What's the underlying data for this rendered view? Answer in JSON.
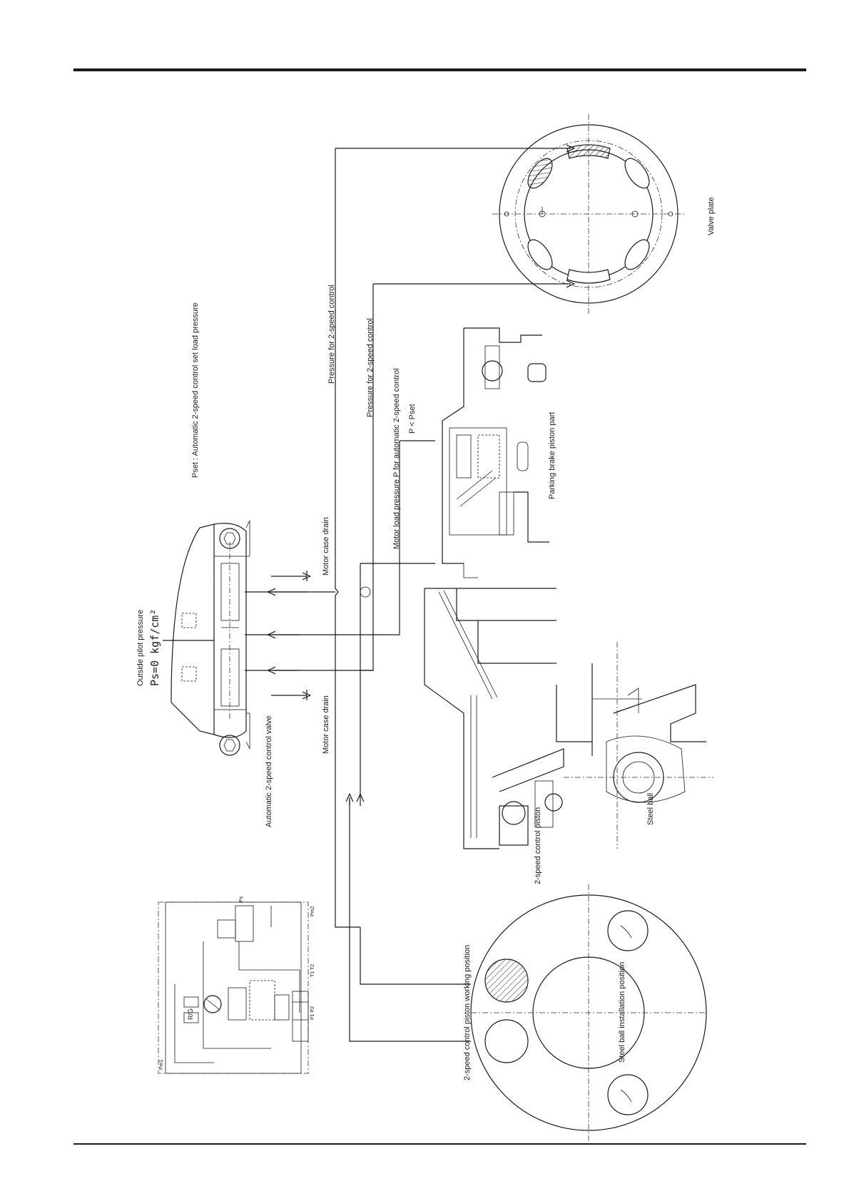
{
  "labels": {
    "pset": "Pset : Automatic 2-speed control set load pressure",
    "pressure_a": "Pressure for 2-speed control",
    "pressure_b": "Pressure for 2-speed control",
    "motor_load": "Motor load pressure P for automatic 2-speed control",
    "p_lt_pset": "P < Pset",
    "motor_case_drain_top": "Motor case drain",
    "motor_case_drain_bottom": "Motor case drain",
    "outside_pilot": "Outside pilot pressure",
    "ps_value": "Ps=0 kgf/cm²",
    "auto_valve": "Automatic 2-speed control valve",
    "valve_plate": "Valve plate",
    "parking_brake": "Parking brake piston part",
    "two_speed_piston": "2-speed control piston",
    "steel_ball": "Steel ball",
    "working_position": "2-speed control piston working position",
    "ball_installation": "Steel ball installation position"
  },
  "schematic": {
    "rg": "R/G",
    "ps": "Ps",
    "pm1": "Pm1",
    "pm2": "Pm2",
    "p1p2": "P1 P2",
    "t1t2": "T1 T2"
  }
}
